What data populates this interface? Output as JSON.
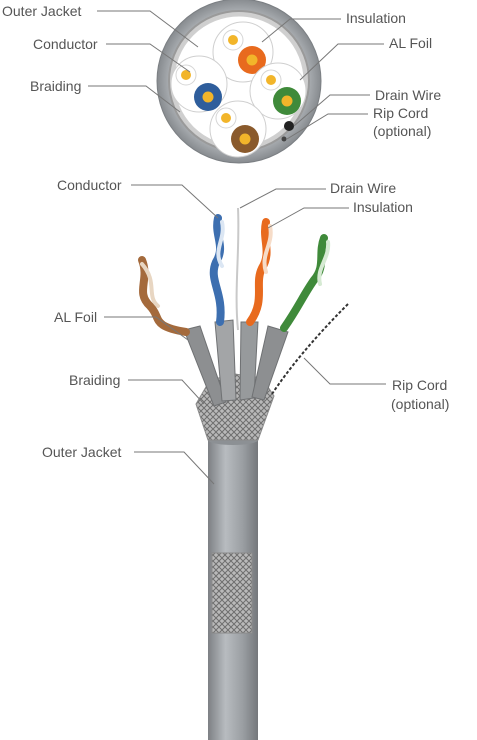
{
  "cross_section": {
    "outer_jacket": "Outer Jacket",
    "conductor": "Conductor",
    "braiding": "Braiding",
    "insulation": "Insulation",
    "al_foil": "AL Foil",
    "drain_wire": "Drain Wire",
    "rip_cord_line1": "Rip Cord",
    "rip_cord_line2": "(optional)"
  },
  "cable_view": {
    "conductor": "Conductor",
    "drain_wire": "Drain Wire",
    "insulation": "Insulation",
    "al_foil": "AL Foil",
    "braiding": "Braiding",
    "outer_jacket": "Outer Jacket",
    "rip_cord_line1": "Rip Cord",
    "rip_cord_line2": "(optional)"
  },
  "colors": {
    "jacket": "#9a9ea2",
    "orange": "#e86a1e",
    "blue": "#2f5e9c",
    "green": "#3f8a3a",
    "brown": "#8a5a2c",
    "copper": "#f2b52a",
    "label": "#555555"
  }
}
